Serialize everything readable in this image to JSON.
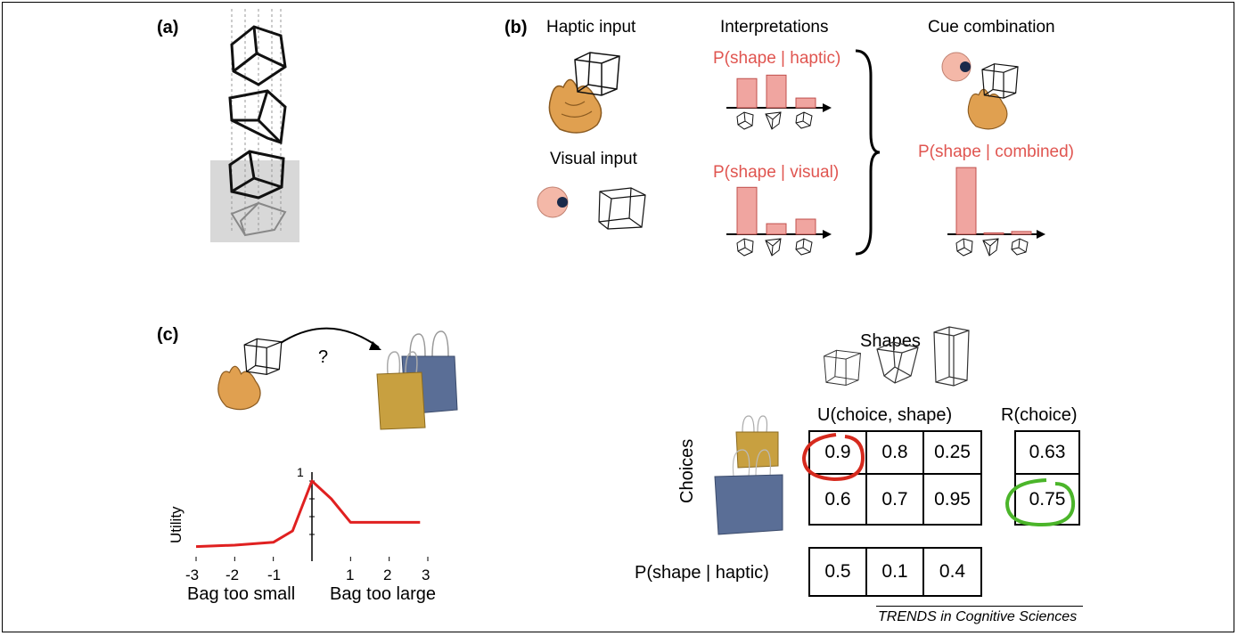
{
  "panels": {
    "a": "(a)",
    "b": "(b)",
    "c": "(c)"
  },
  "panel_b": {
    "haptic_input": "Haptic input",
    "visual_input": "Visual input",
    "interpretations": "Interpretations",
    "cue_combination": "Cue combination",
    "p_haptic": "P(shape | haptic)",
    "p_visual": "P(shape | visual)",
    "p_combined": "P(shape | combined)"
  },
  "panel_c": {
    "question": "?",
    "utility_ylabel": "Utility",
    "y_tick": "1",
    "x_ticks": [
      "-3",
      "-2",
      "-1",
      "1",
      "2",
      "3"
    ],
    "bag_small": "Bag too small",
    "bag_large": "Bag too large",
    "shapes_title": "Shapes",
    "u_title": "U(choice, shape)",
    "r_title": "R(choice)",
    "choices_label": "Choices",
    "p_shape_haptic": "P(shape | haptic)",
    "u_table": [
      [
        "0.9",
        "0.8",
        "0.25"
      ],
      [
        "0.6",
        "0.7",
        "0.95"
      ]
    ],
    "r_table": [
      "0.63",
      "0.75"
    ],
    "p_row": [
      "0.5",
      "0.1",
      "0.4"
    ]
  },
  "footer": "TRENDS in Cognitive Sciences",
  "chart_data": [
    {
      "type": "bar",
      "title": "P(shape | haptic)",
      "categories": [
        "shape 1",
        "shape 2",
        "shape 3"
      ],
      "values": [
        0.42,
        0.47,
        0.14
      ]
    },
    {
      "type": "bar",
      "title": "P(shape | visual)",
      "categories": [
        "shape 1",
        "shape 2",
        "shape 3"
      ],
      "values": [
        0.62,
        0.14,
        0.2
      ]
    },
    {
      "type": "bar",
      "title": "P(shape | combined)",
      "categories": [
        "shape 1",
        "shape 2",
        "shape 3"
      ],
      "values": [
        0.96,
        0.02,
        0.04
      ]
    },
    {
      "type": "line",
      "ylabel": "Utility",
      "x": [
        -3,
        -2,
        -1,
        -0.5,
        0,
        0.5,
        1,
        2,
        2.8
      ],
      "y": [
        0.08,
        0.1,
        0.14,
        0.3,
        1.0,
        0.75,
        0.42,
        0.42,
        0.42
      ],
      "xlim": [
        -3,
        3
      ],
      "ylim": [
        0,
        1
      ]
    }
  ],
  "colors": {
    "bar": "#f0a5a0",
    "bar_stroke": "#c0504d",
    "utility": "#e02020",
    "accent_red": "#e05550",
    "circle_red": "#d62a1e",
    "circle_green": "#4bb52a",
    "hand": "#e0a050",
    "bag_gold": "#c8a040",
    "bag_blue": "#5a6e96"
  },
  "icons": [
    "cube-wireframe-icon",
    "hand-icon",
    "eye-icon",
    "shopping-bag-icon"
  ]
}
